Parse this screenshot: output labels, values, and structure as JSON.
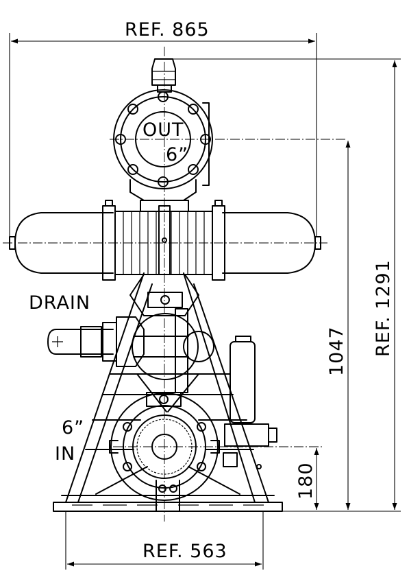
{
  "dimensions": {
    "overall_width": "REF. 865",
    "overall_height": "REF. 1291",
    "outlet_height": "1047",
    "inlet_height": "180",
    "base_width": "REF. 563"
  },
  "labels": {
    "outlet_name": "OUT",
    "outlet_size": "6”",
    "drain": "DRAIN",
    "inlet_size": "6”",
    "inlet_name": "IN"
  }
}
